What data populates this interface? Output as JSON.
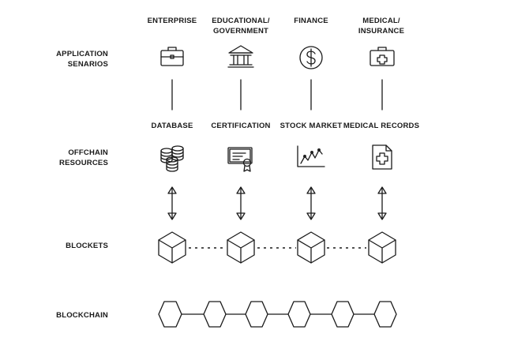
{
  "rows": {
    "application": "APPLICATION\nSENARIOS",
    "offchain": "OFFCHAIN\nRESOURCES",
    "blocklets": "BLOCKETS",
    "blockchain": "BLOCKCHAIN"
  },
  "scenarios": [
    {
      "label": "ENTERPRISE",
      "icon": "briefcase-icon"
    },
    {
      "label": "EDUCATIONAL/\nGOVERNMENT",
      "icon": "institution-icon"
    },
    {
      "label": "FINANCE",
      "icon": "dollar-coin-icon"
    },
    {
      "label": "MEDICAL/\nINSURANCE",
      "icon": "medical-kit-icon"
    }
  ],
  "resources": [
    {
      "label": "DATABASE",
      "icon": "database-icon"
    },
    {
      "label": "CERTIFICATION",
      "icon": "certificate-icon"
    },
    {
      "label": "STOCK MARKET",
      "icon": "stock-chart-icon"
    },
    {
      "label": "MEDICAL RECORDS",
      "icon": "medical-record-icon"
    }
  ],
  "blockchain_nodes": 6
}
